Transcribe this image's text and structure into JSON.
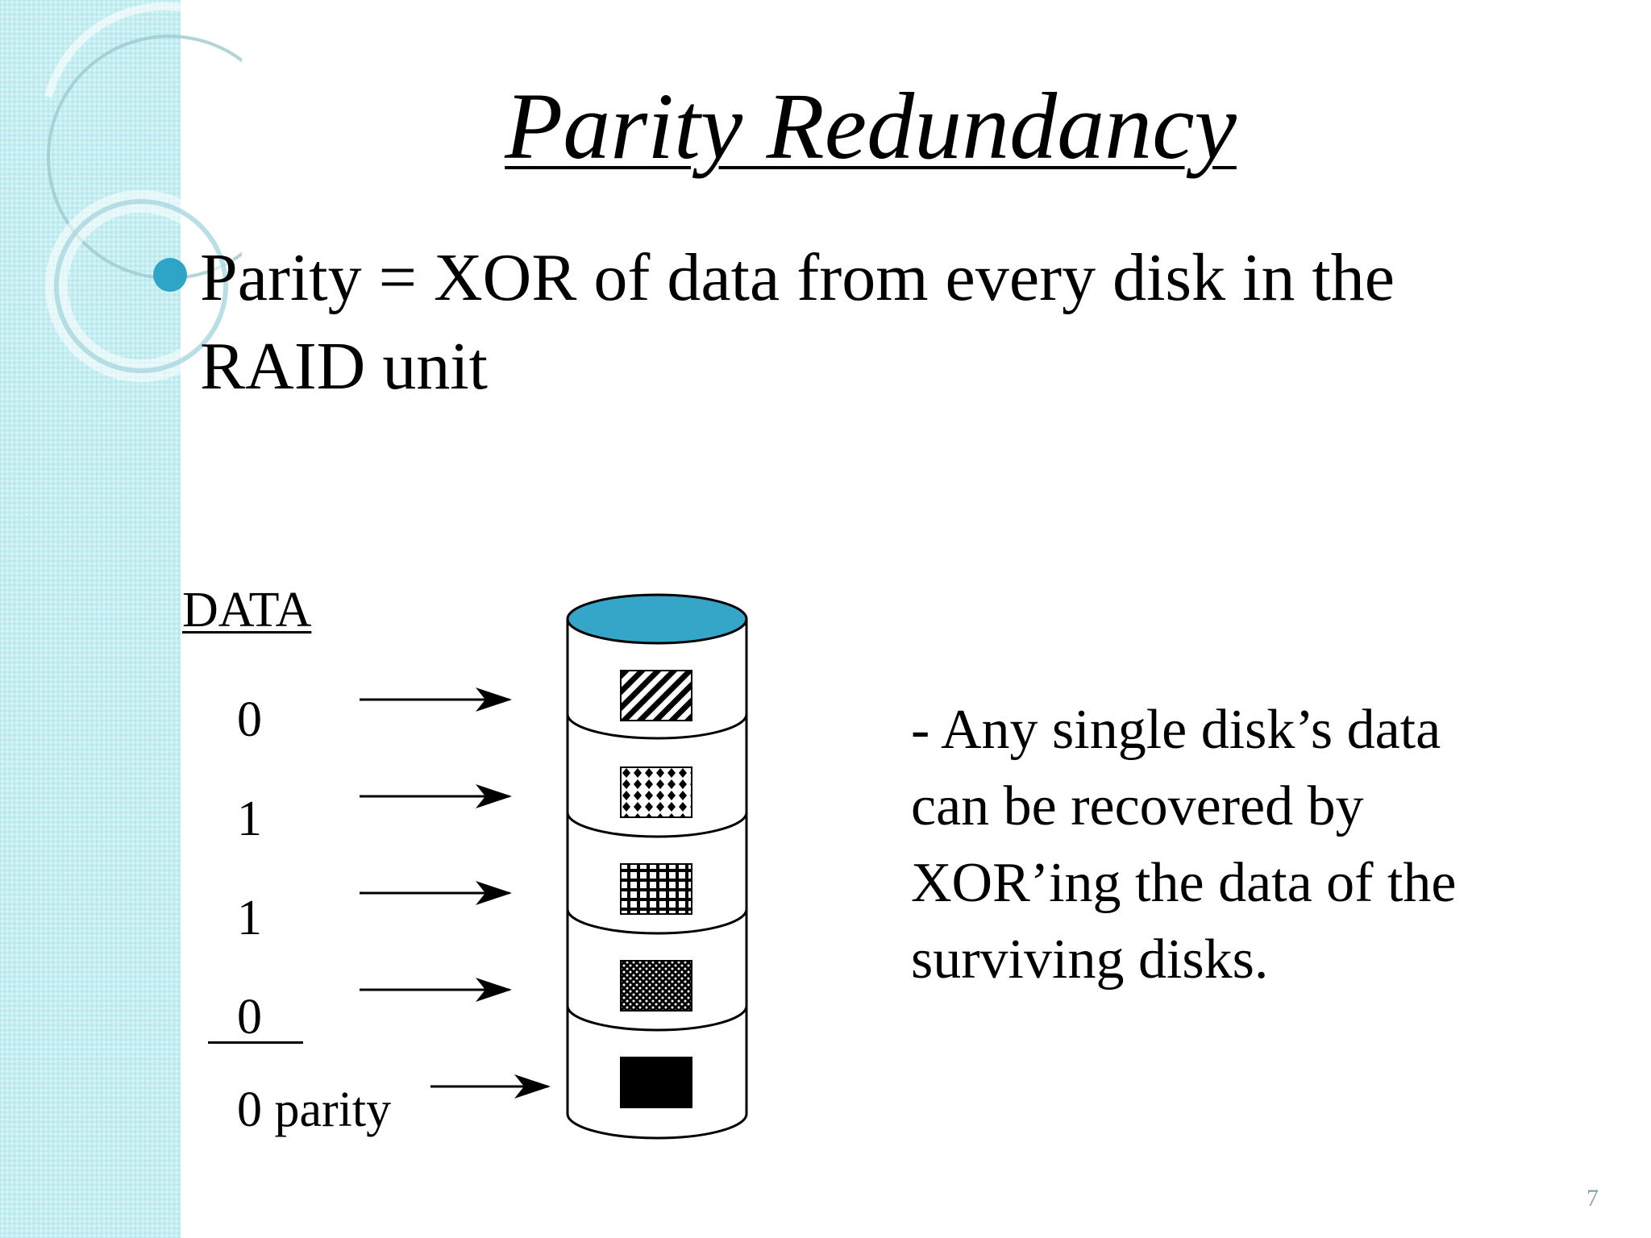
{
  "slide": {
    "title": "Parity Redundancy",
    "bullet_text": "Parity = XOR of data from every disk in the RAID unit",
    "data_heading": "DATA",
    "data_bits": [
      "0",
      "1",
      "1",
      "0"
    ],
    "parity_label": "0 parity",
    "note": "- Any single disk’s data can be recovered by XOR’ing the data of the surviving disks.",
    "page_number": "7",
    "colors": {
      "accent": "#2ea4c6",
      "sidebar": "#c5eef2",
      "disk_top": "#35a6c8"
    },
    "disk_patterns": [
      "diagonal-hatch",
      "diamond-dots",
      "grid",
      "stipple",
      "solid-black"
    ]
  }
}
